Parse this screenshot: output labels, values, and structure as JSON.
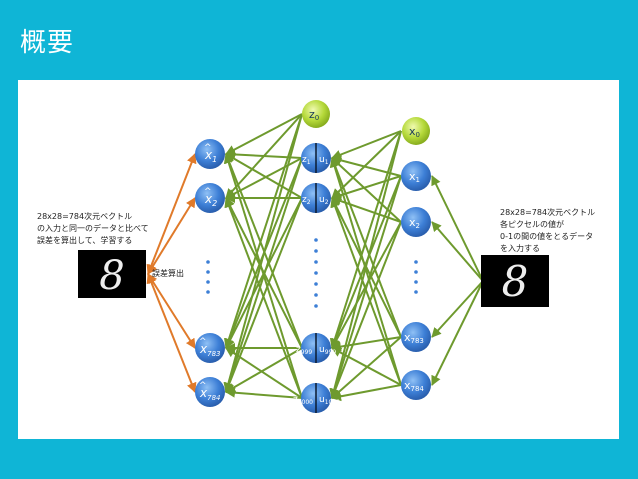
{
  "slide_title": "概要",
  "left_caption": [
    "28x28=784次元ベクトル",
    "の入力と同一のデータと比べて",
    "誤差を算出して、学習する"
  ],
  "error_label": "誤差算出",
  "right_caption": [
    "28x28=784次元ベクトル",
    "各ピクセルの値が",
    "0-1の間の値をとるデータ",
    "を入力する"
  ],
  "digit": "8",
  "output_nodes": [
    {
      "base": "x",
      "sub": "1"
    },
    {
      "base": "x",
      "sub": "2"
    },
    {
      "base": "x",
      "sub": "783"
    },
    {
      "base": "x",
      "sub": "784"
    }
  ],
  "bias_hidden": {
    "base": "z",
    "sub": "0"
  },
  "hidden_nodes": [
    {
      "z": "z",
      "zs": "1",
      "u": "u",
      "us": "1"
    },
    {
      "z": "z",
      "zs": "2",
      "u": "u",
      "us": "2"
    },
    {
      "z": "z",
      "zs": "999",
      "u": "u",
      "us": "999"
    },
    {
      "z": "z",
      "zs": "1000",
      "u": "u",
      "us": "1000"
    }
  ],
  "input_bias": {
    "base": "x",
    "sub": "0"
  },
  "input_nodes": [
    {
      "base": "x",
      "sub": "1"
    },
    {
      "base": "x",
      "sub": "2"
    },
    {
      "base": "x",
      "sub": "783"
    },
    {
      "base": "x",
      "sub": "784"
    }
  ],
  "colors": {
    "background": "#0fb5d6",
    "node_blue": "#3d7fd6",
    "node_green": "#b5d93a",
    "edge_green": "#6e9a2e",
    "edge_orange": "#e07a2a"
  }
}
